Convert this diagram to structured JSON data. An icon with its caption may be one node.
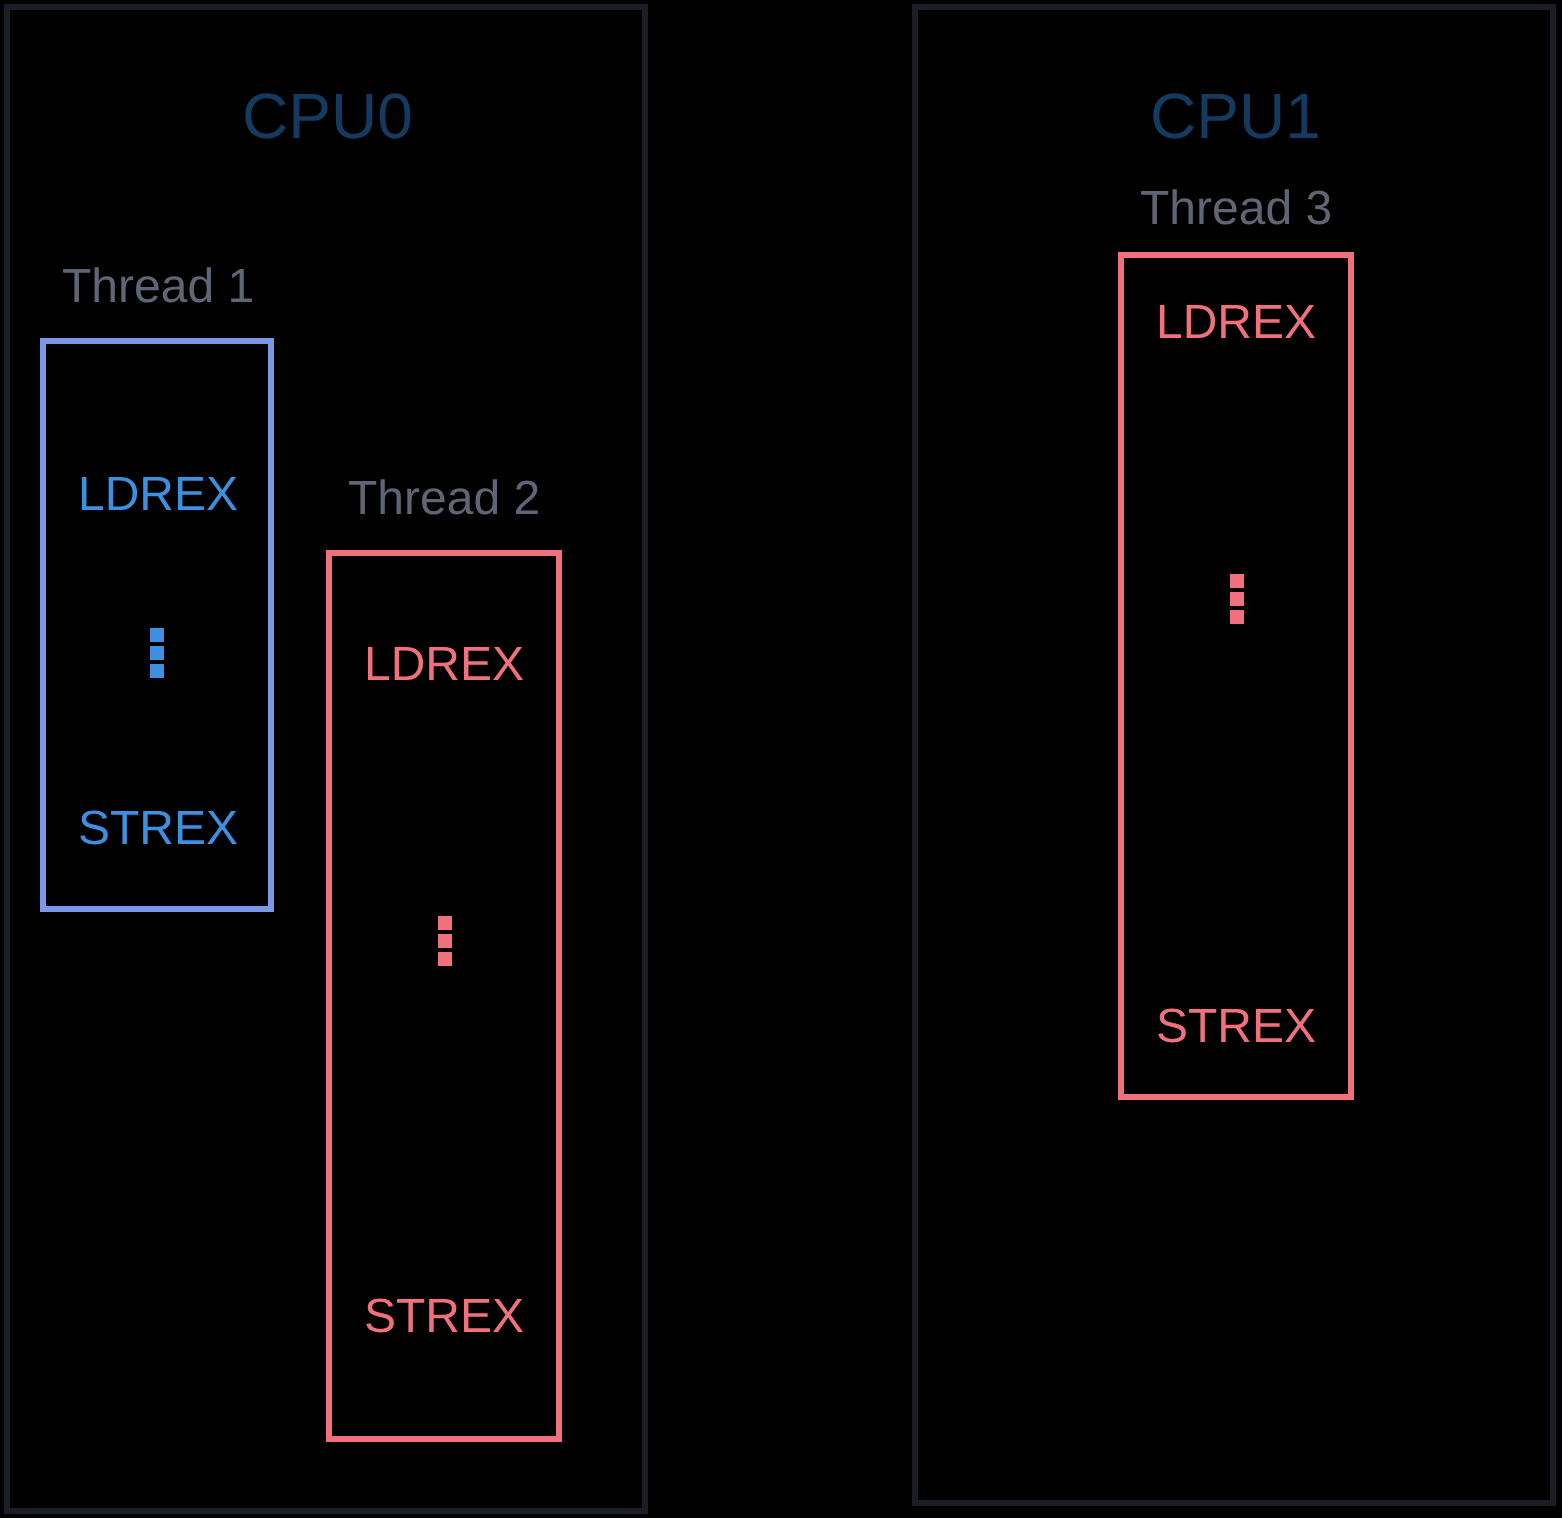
{
  "diagram": {
    "nodes": [
      {
        "text": [
          "CPU0"
        ]
      },
      {
        "text": [
          "Thread 1",
          "LDREX",
          "STREX"
        ],
        "in": 0
      },
      {
        "text": [
          "Thread 2",
          "LDREX",
          "STREX"
        ],
        "in": 0
      },
      {
        "text": [
          "CPU1"
        ]
      },
      {
        "text": [
          "Thread 3",
          "LDREX",
          "STREX"
        ],
        "in": 3
      }
    ]
  }
}
